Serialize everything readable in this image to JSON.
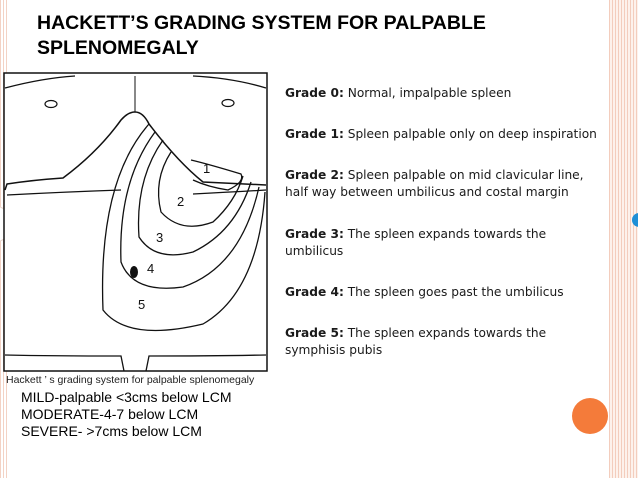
{
  "title": {
    "line1": "HACKETT’S GRADING SYSTEM FOR PALPABLE",
    "line2": "SPLENOMEGALY"
  },
  "diagram": {
    "caption": "Hackett ’ s grading system for palpable splenomegaly",
    "grade_marks": [
      "1",
      "2",
      "3",
      "4",
      "5"
    ]
  },
  "grades": [
    {
      "label": "Grade 0:",
      "text": "Normal, impalpable spleen",
      "text2": ""
    },
    {
      "label": "Grade 1:",
      "text": " Spleen palpable only on deep inspiration",
      "text2": ""
    },
    {
      "label": "Grade 2:",
      "text": "Spleen palpable on mid clavicular line,",
      "text2": "half way between umbilicus and costal margin"
    },
    {
      "label": "Grade 3:",
      "text": "The spleen expands towards the",
      "text2": "umbilicus"
    },
    {
      "label": "Grade 4:",
      "text": "The spleen goes past the umbilicus",
      "text2": ""
    },
    {
      "label": "Grade 5:",
      "text": "The spleen expands towards the",
      "text2": "symphisis pubis"
    }
  ],
  "severity": {
    "mild": "MILD-palpable <3cms below LCM",
    "moderate": "MODERATE-4-7 below LCM",
    "severe": "SEVERE- >7cms below LCM"
  },
  "colors": {
    "accent_orange": "#f47b3a",
    "accent_blue": "#1f8fd6",
    "border_stripe": "#f3cdbd"
  }
}
